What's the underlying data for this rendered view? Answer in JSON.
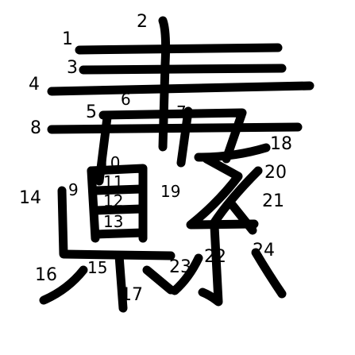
{
  "stroke_order_numbers": [
    "1",
    "2",
    "3",
    "4",
    "5",
    "6",
    "7",
    "8",
    "9",
    "10",
    "11",
    "12",
    "13",
    "14",
    "15",
    "16",
    "17",
    "18",
    "19",
    "20",
    "21",
    "22",
    "23",
    "24"
  ]
}
